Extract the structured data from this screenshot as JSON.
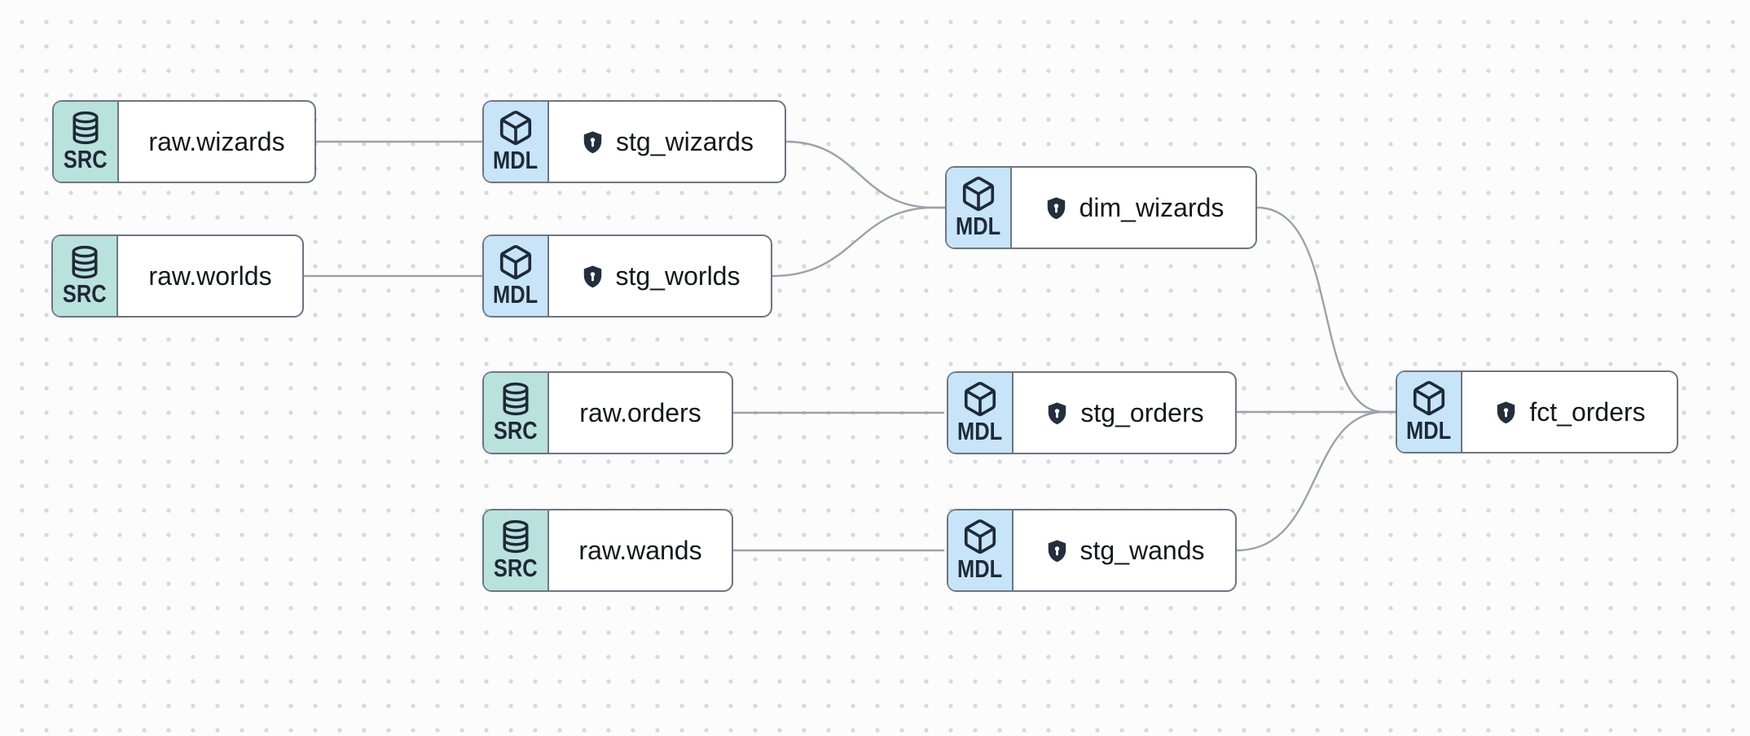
{
  "diagram": {
    "type": "data-lineage-dag",
    "background": "#fcfcfc",
    "dot_color": "#d9d9d9"
  },
  "colors": {
    "source_badge_bg": "#b9e2dd",
    "model_badge_bg": "#c7e4f8",
    "node_border": "#6e7582",
    "edge": "#9aa2ad",
    "icon_ink": "#1f2937",
    "name_text": "#14171c",
    "shield_fill": "#242f3d"
  },
  "nodes": [
    {
      "id": "raw_wizards",
      "name": "raw.wizards",
      "type": "source",
      "kind_label": "SRC",
      "icon": "database-icon",
      "has_shield": false
    },
    {
      "id": "stg_wizards",
      "name": "stg_wizards",
      "type": "model",
      "kind_label": "MDL",
      "icon": "cube-icon",
      "has_shield": true
    },
    {
      "id": "raw_worlds",
      "name": "raw.worlds",
      "type": "source",
      "kind_label": "SRC",
      "icon": "database-icon",
      "has_shield": false
    },
    {
      "id": "stg_worlds",
      "name": "stg_worlds",
      "type": "model",
      "kind_label": "MDL",
      "icon": "cube-icon",
      "has_shield": true
    },
    {
      "id": "dim_wizards",
      "name": "dim_wizards",
      "type": "model",
      "kind_label": "MDL",
      "icon": "cube-icon",
      "has_shield": true
    },
    {
      "id": "raw_orders",
      "name": "raw.orders",
      "type": "source",
      "kind_label": "SRC",
      "icon": "database-icon",
      "has_shield": false
    },
    {
      "id": "stg_orders",
      "name": "stg_orders",
      "type": "model",
      "kind_label": "MDL",
      "icon": "cube-icon",
      "has_shield": true
    },
    {
      "id": "raw_wands",
      "name": "raw.wands",
      "type": "source",
      "kind_label": "SRC",
      "icon": "database-icon",
      "has_shield": false
    },
    {
      "id": "stg_wands",
      "name": "stg_wands",
      "type": "model",
      "kind_label": "MDL",
      "icon": "cube-icon",
      "has_shield": true
    },
    {
      "id": "fct_orders",
      "name": "fct_orders",
      "type": "model",
      "kind_label": "MDL",
      "icon": "cube-icon",
      "has_shield": true
    }
  ],
  "edges": [
    {
      "from": "raw.wizards",
      "to": "stg_wizards"
    },
    {
      "from": "raw.worlds",
      "to": "stg_worlds"
    },
    {
      "from": "raw.orders",
      "to": "stg_orders"
    },
    {
      "from": "raw.wands",
      "to": "stg_wands"
    },
    {
      "from": "stg_wizards",
      "to": "dim_wizards"
    },
    {
      "from": "stg_worlds",
      "to": "dim_wizards"
    },
    {
      "from": "dim_wizards",
      "to": "fct_orders"
    },
    {
      "from": "stg_orders",
      "to": "fct_orders"
    },
    {
      "from": "stg_wands",
      "to": "fct_orders"
    }
  ]
}
